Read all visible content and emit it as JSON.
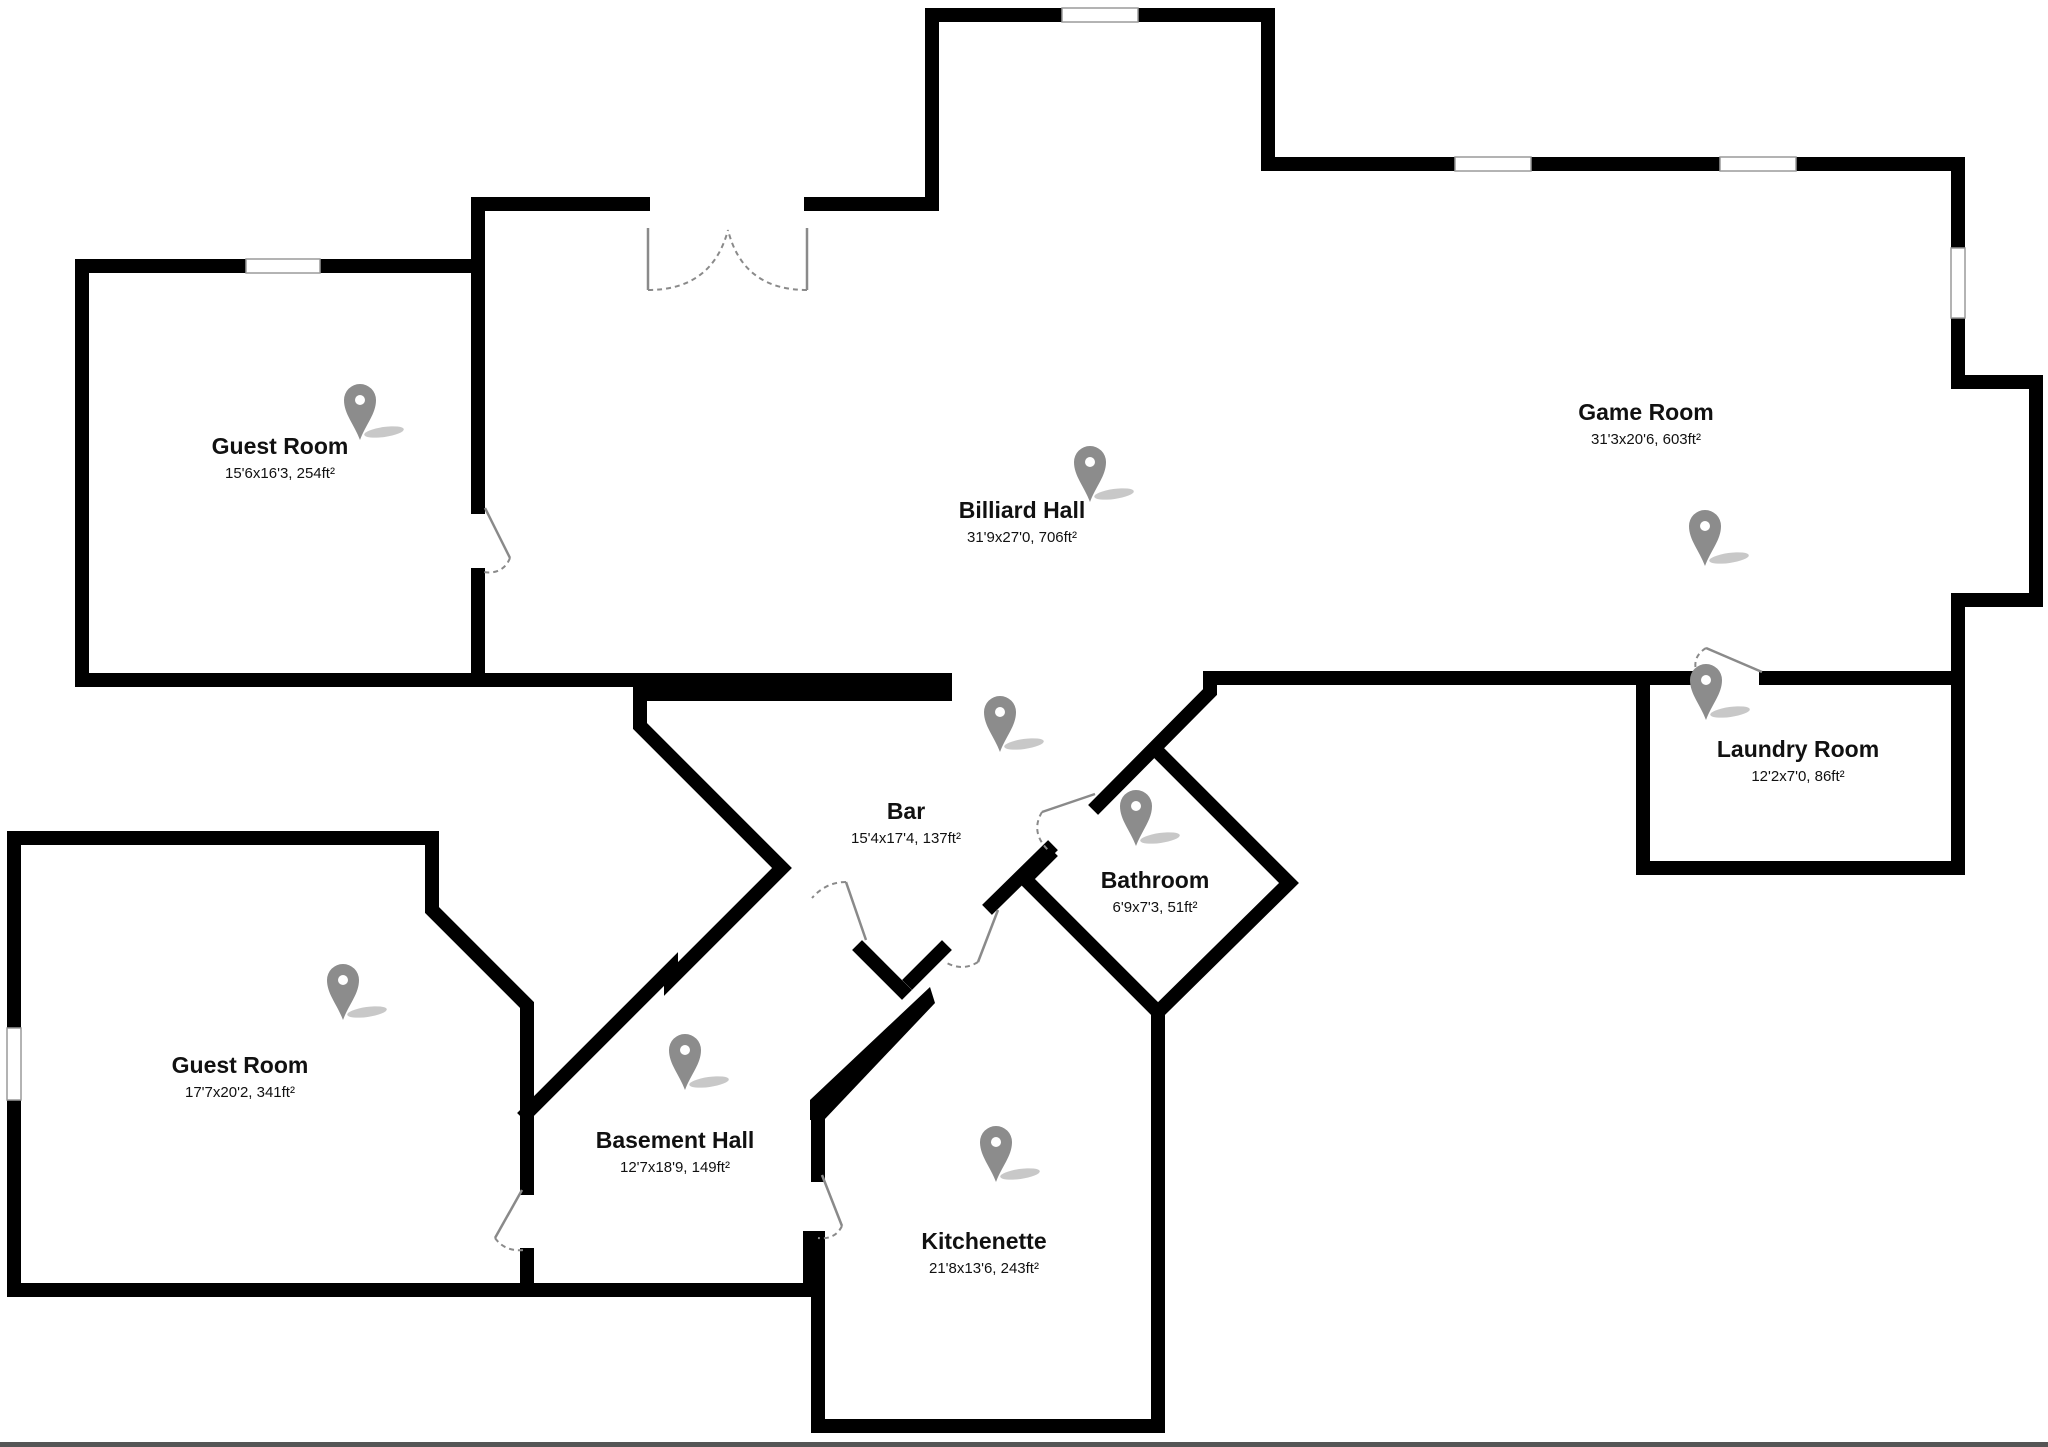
{
  "rooms": [
    {
      "id": "guest-room-1",
      "name": "Guest Room",
      "dims": "15'6x16'3, 254ft²"
    },
    {
      "id": "billiard-hall",
      "name": "Billiard Hall",
      "dims": "31'9x27'0, 706ft²"
    },
    {
      "id": "game-room",
      "name": "Game Room",
      "dims": "31'3x20'6, 603ft²"
    },
    {
      "id": "laundry-room",
      "name": "Laundry Room",
      "dims": "12'2x7'0, 86ft²"
    },
    {
      "id": "bar",
      "name": "Bar",
      "dims": "15'4x17'4, 137ft²"
    },
    {
      "id": "bathroom",
      "name": "Bathroom",
      "dims": "6'9x7'3, 51ft²"
    },
    {
      "id": "guest-room-2",
      "name": "Guest Room",
      "dims": "17'7x20'2, 341ft²"
    },
    {
      "id": "basement-hall",
      "name": "Basement Hall",
      "dims": "12'7x18'9, 149ft²"
    },
    {
      "id": "kitchenette",
      "name": "Kitchenette",
      "dims": "21'8x13'6, 243ft²"
    }
  ],
  "icons": {
    "camera_marker": "map-pin-icon"
  },
  "colors": {
    "wall": "#000000",
    "marker": "#8c8c8c",
    "door": "#8a8a8a"
  }
}
